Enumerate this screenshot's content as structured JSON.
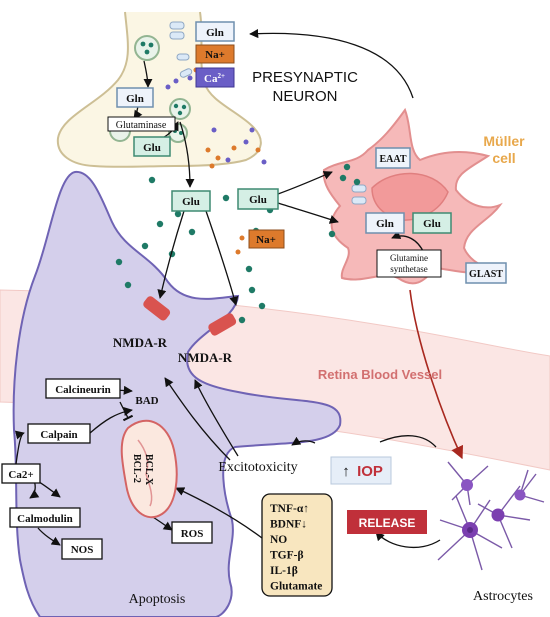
{
  "labels": {
    "gln": "Gln",
    "na": "Na+",
    "ca": "Ca",
    "ca_sup": "2+",
    "presynaptic_1": "PRESYNAPTIC",
    "presynaptic_2": "NEURON",
    "glutaminase": "Glutaminase",
    "glu": "Glu",
    "muller_1": "Müller",
    "muller_2": "cell",
    "eaat": "EAAT",
    "glutamine_synthetase_1": "Glutamine",
    "glutamine_synthetase_2": "synthetase",
    "glast": "GLAST",
    "nmda_r": "NMDA-R",
    "retina_blood_vessel": "Retina Blood Vessel",
    "calcineurin": "Calcineurin",
    "bad": "BAD",
    "calpain": "Calpain",
    "bcl_x": "BCL-X",
    "bcl_2": "BCL-2",
    "ca2": "Ca2+",
    "calmodulin": "Calmodulin",
    "nos": "NOS",
    "ros": "ROS",
    "excitotoxicity": "Excitotoxicity",
    "iop_arrow": "↑",
    "iop": "IOP",
    "release": "RELEASE",
    "cytokines": [
      "TNF-α↑",
      "BDNF↓",
      "NO",
      "TGF-β",
      "IL-1β",
      "Glutamate"
    ],
    "apoptosis": "Apoptosis",
    "astrocytes": "Astrocytes"
  },
  "colors": {
    "neuron_fill": "#d4cfeb",
    "neuron_stroke": "#6f63b4",
    "presynaptic_fill": "#fbf6e4",
    "presynaptic_stroke": "#cdbf95",
    "muller_fill": "#f6b9b9",
    "muller_stroke": "#e28f8f",
    "vessel_fill": "#fbe6e4",
    "gln_box": "#eef3fb",
    "glu_box": "#d5efe5",
    "na_box": "#dd7a2c",
    "ca_box": "#6a5ec6",
    "release_red": "#c0303a",
    "vessel_text": "#d27070",
    "muller_text": "#e8a84c",
    "dot_green": "#1f7a66",
    "arrow_red": "#a8281f",
    "cytokine_fill": "#f8e6bf"
  }
}
